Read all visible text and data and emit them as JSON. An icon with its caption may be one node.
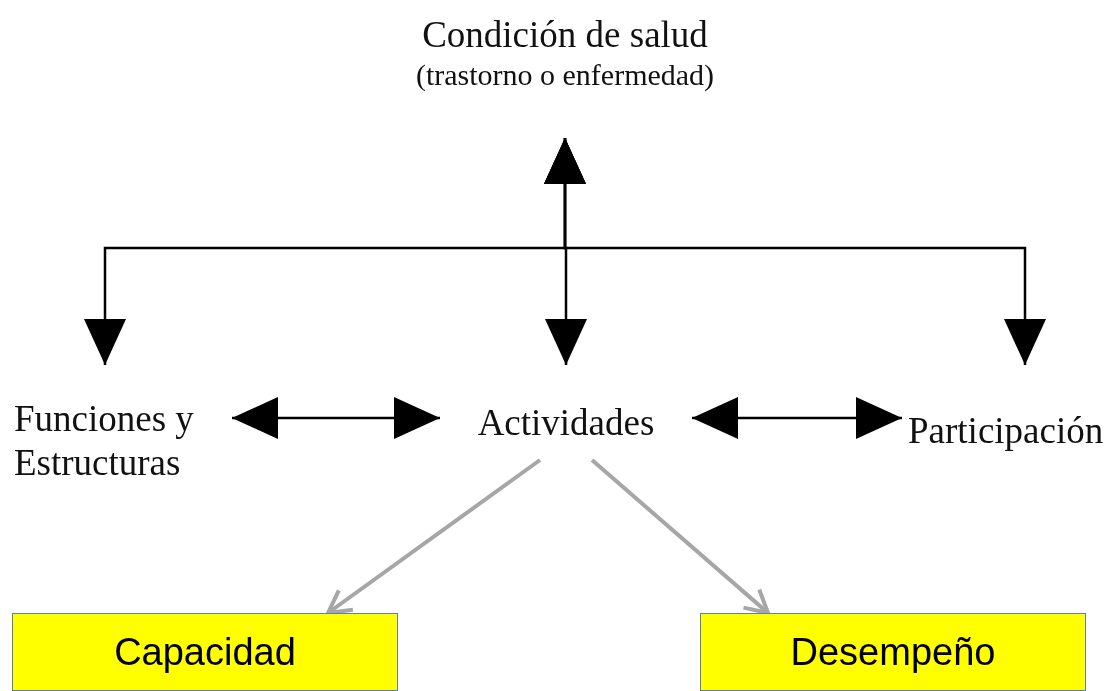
{
  "diagram": {
    "nodes": [
      {
        "text": [
          "Condición de salud",
          "(trastorno o enfermedad)"
        ]
      },
      {
        "text": [
          "Funciones y Estructuras"
        ]
      },
      {
        "text": [
          "Actividades"
        ]
      },
      {
        "text": [
          "Participación"
        ]
      },
      {
        "text": [
          "Capacidad"
        ]
      },
      {
        "text": [
          "Desempeño"
        ]
      }
    ],
    "edges": [
      {
        "from": 0,
        "to": 1,
        "arrow": "both"
      },
      {
        "from": 0,
        "to": 2,
        "arrow": "both"
      },
      {
        "from": 0,
        "to": 3,
        "arrow": "both"
      },
      {
        "from": 1,
        "to": 2,
        "arrow": "both"
      },
      {
        "from": 2,
        "to": 3,
        "arrow": "both"
      },
      {
        "from": 2,
        "to": 4,
        "arrow": "to",
        "color": "#a6a6a6"
      },
      {
        "from": 2,
        "to": 5,
        "arrow": "to",
        "color": "#a6a6a6"
      }
    ]
  }
}
